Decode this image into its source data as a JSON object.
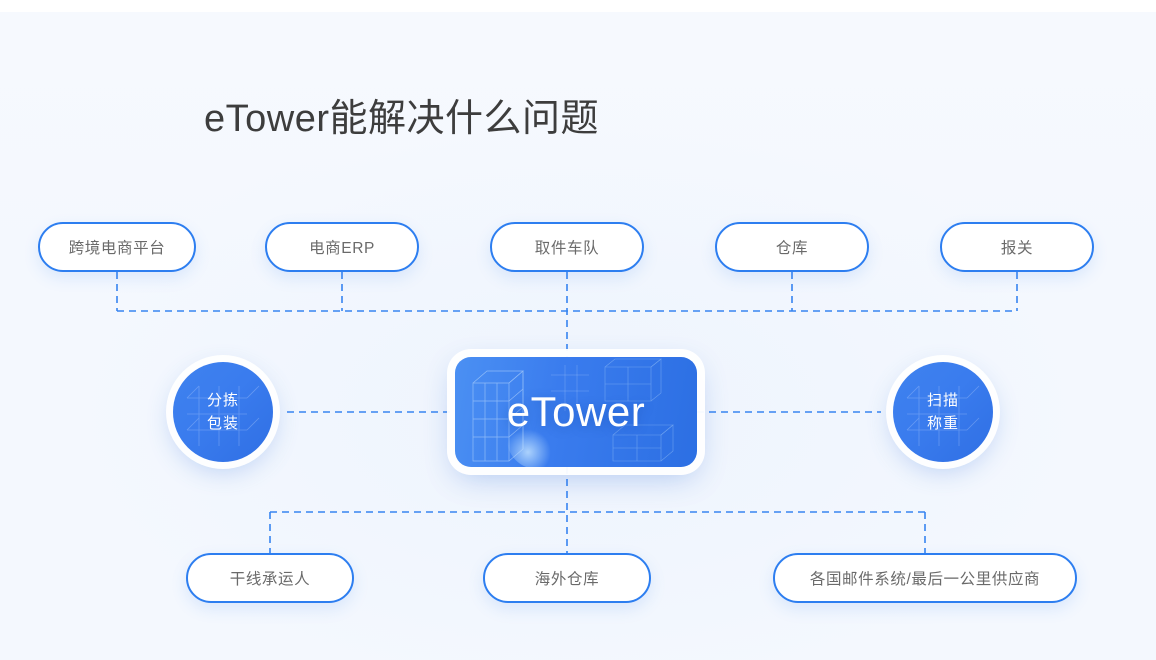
{
  "page": {
    "title": "eTower能解决什么问题",
    "background_color": "#f4f8fe",
    "accent_color": "#2d7ef0",
    "node_text_color": "#6a6a6a"
  },
  "center": {
    "label": "eTower",
    "gradient_from": "#4b90f3",
    "gradient_to": "#2c6fe3"
  },
  "top_row": {
    "items": [
      {
        "label": "跨境电商平台"
      },
      {
        "label": "电商ERP"
      },
      {
        "label": "取件车队"
      },
      {
        "label": "仓库"
      },
      {
        "label": "报关"
      }
    ]
  },
  "side_nodes": {
    "left": {
      "line1": "分拣",
      "line2": "包装"
    },
    "right": {
      "line1": "扫描",
      "line2": "称重"
    }
  },
  "bottom_row": {
    "items": [
      {
        "label": "干线承运人"
      },
      {
        "label": "海外仓库"
      },
      {
        "label": "各国邮件系统/最后一公里供应商"
      }
    ]
  }
}
